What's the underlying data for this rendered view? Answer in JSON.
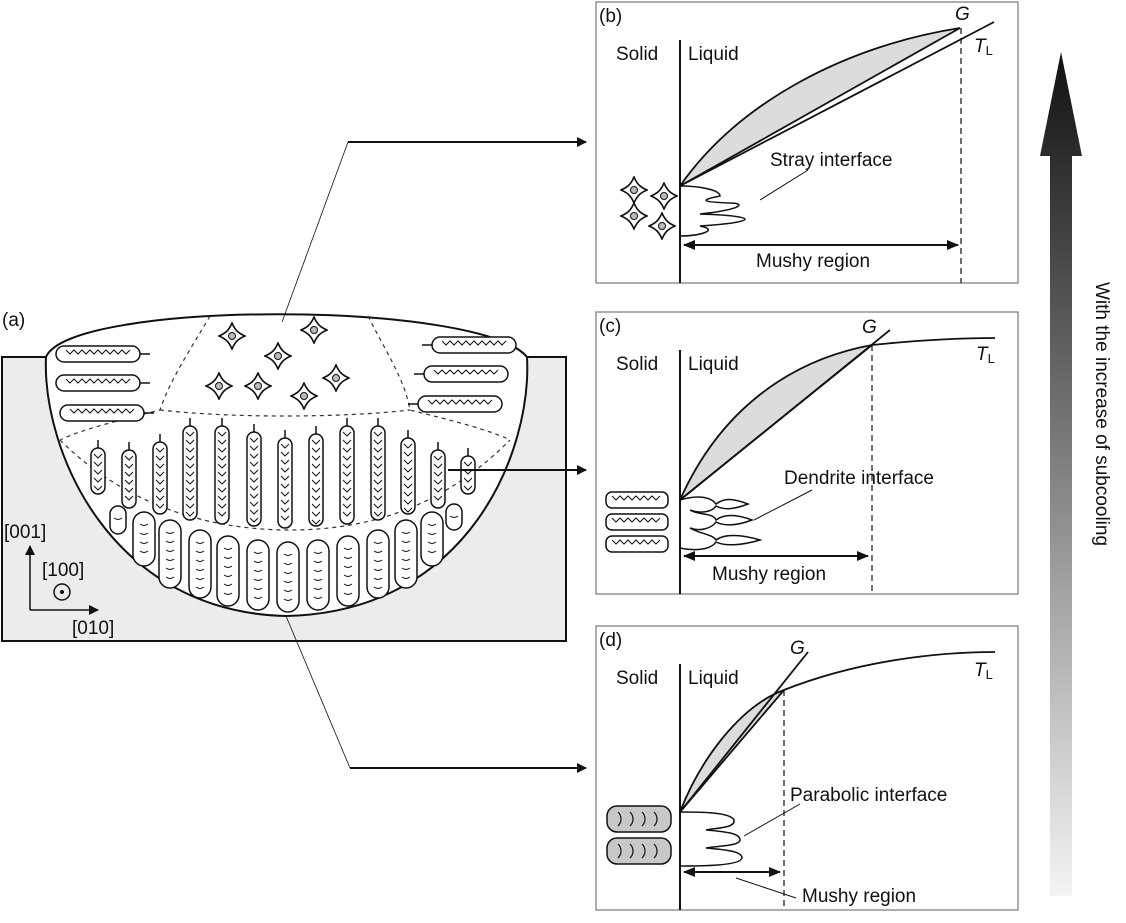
{
  "panel_a": {
    "label": "(a)",
    "axes": {
      "up": "[001]",
      "out": "[100]",
      "right": "[010]"
    }
  },
  "panel_b": {
    "label": "(b)",
    "solid": "Solid",
    "liquid": "Liquid",
    "g": "G",
    "tl_main": "T",
    "tl_sub": "L",
    "interface": "Stray interface",
    "mushy": "Mushy region"
  },
  "panel_c": {
    "label": "(c)",
    "solid": "Solid",
    "liquid": "Liquid",
    "g": "G",
    "tl_main": "T",
    "tl_sub": "L",
    "interface": "Dendrite interface",
    "mushy": "Mushy region"
  },
  "panel_d": {
    "label": "(d)",
    "solid": "Solid",
    "liquid": "Liquid",
    "g": "G",
    "tl_main": "T",
    "tl_sub": "L",
    "interface": "Parabolic interface",
    "mushy": "Mushy region"
  },
  "trend": {
    "text": "With the increase of subcooling"
  },
  "colors": {
    "shade": "#dcdcdc",
    "ink": "#111111",
    "plate": "#ececec"
  }
}
